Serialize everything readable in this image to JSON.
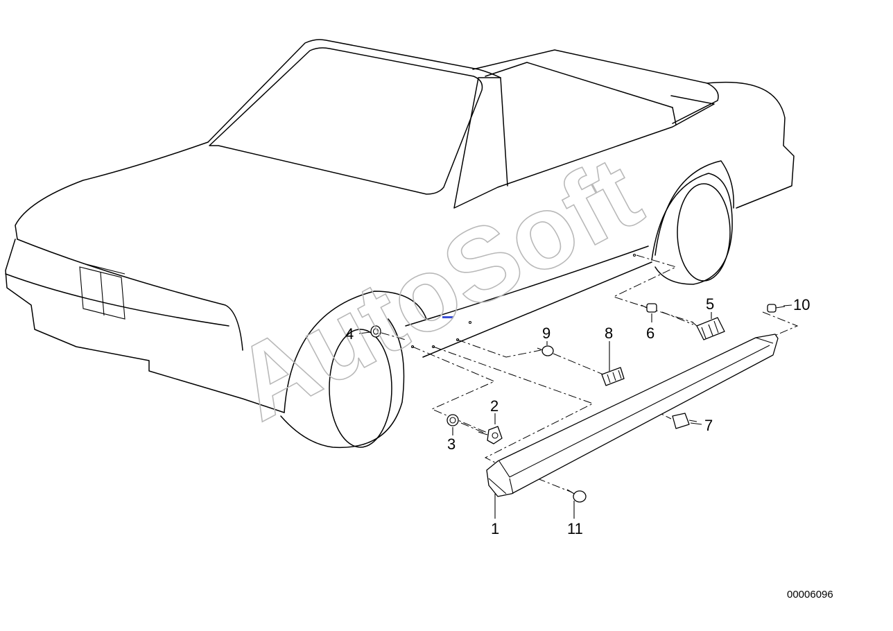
{
  "diagram": {
    "id_number": "00006096",
    "watermark": "AutoSoft",
    "callouts": [
      {
        "label": "1",
        "part": "side-sill-trim"
      },
      {
        "label": "2",
        "part": "clip"
      },
      {
        "label": "3",
        "part": "grommet"
      },
      {
        "label": "4",
        "part": "grommet"
      },
      {
        "label": "5",
        "part": "holder"
      },
      {
        "label": "6",
        "part": "screw"
      },
      {
        "label": "7",
        "part": "clip"
      },
      {
        "label": "8",
        "part": "holder"
      },
      {
        "label": "9",
        "part": "screw"
      },
      {
        "label": "10",
        "part": "screw"
      },
      {
        "label": "11",
        "part": "screw"
      }
    ]
  }
}
